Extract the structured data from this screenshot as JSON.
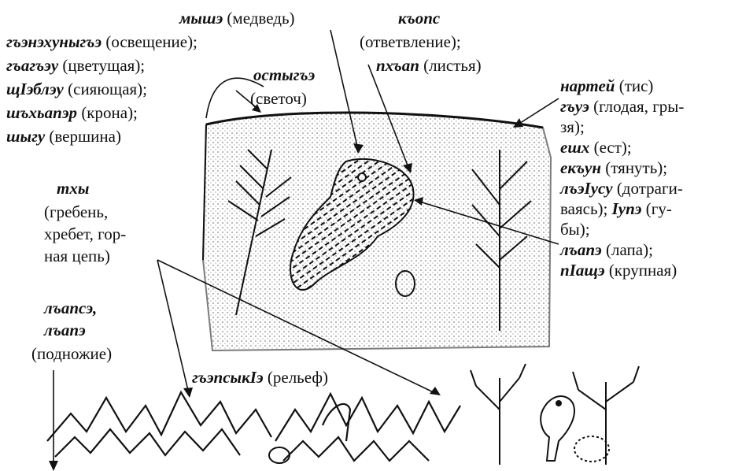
{
  "labels": {
    "mysh_term": "мышэ",
    "mysh_gloss": "(медведь)",
    "kops_term": "къопс",
    "kops_gloss": "(ответвление);",
    "txap_term": "пхъап",
    "txap_gloss": "(листья)",
    "gen_term": "гъэнэхуныгъэ",
    "gen_gloss": "(освещение);",
    "gag_term": "гъагъэу",
    "gag_gloss": "(цветущая);",
    "shch_term": "щIэблэу",
    "shch_gloss": "(сияющая);",
    "ost_term": "остыгъэ",
    "ost_gloss": "(светоч)",
    "shch2_term": "шъхьапэр",
    "shch2_gloss": "(крона);",
    "shygu_term": "шыгу",
    "shygu_gloss": "(вершина)",
    "txy_term": "тхы",
    "txy_gloss_1": "(гребень,",
    "txy_gloss_2": "хребет, гор-",
    "txy_gloss_3": "ная цепь)",
    "lap_term_1": "лъапсэ,",
    "lap_term_2": "лъапэ",
    "lap_gloss": "(подножие)",
    "rel_term": "гъэпсыкIэ",
    "rel_gloss": "(рельеф)"
  },
  "right_column": [
    {
      "term": "нартей",
      "gloss": " (тис)"
    },
    {
      "term": "гъуэ",
      "gloss": " (глодая, гры-"
    },
    {
      "term": "",
      "gloss": "зя);"
    },
    {
      "term": "ешх",
      "gloss": " (ест);"
    },
    {
      "term": "екъун",
      "gloss": " (тянуть);"
    },
    {
      "term": "лъэIусу",
      "gloss": " (дотраги-"
    },
    {
      "term": "",
      "gloss": "ваясь);  "
    },
    {
      "term": "",
      "gloss": "бы);"
    },
    {
      "term": "лъапэ",
      "gloss": " (лапа);"
    },
    {
      "term": "пIащэ",
      "gloss": " (крупная)"
    }
  ],
  "right_column_inline": {
    "term": "Iупэ",
    "gloss": " (гу-"
  }
}
